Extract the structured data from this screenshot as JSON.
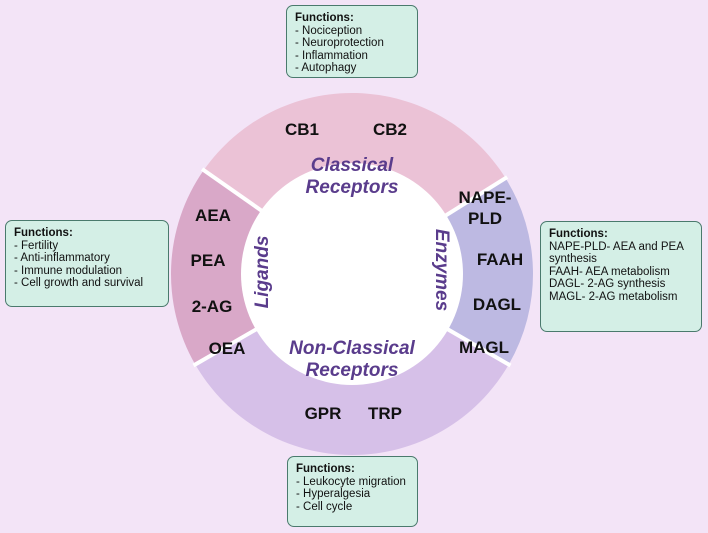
{
  "colors": {
    "background": "#f3e4f7",
    "classical_segment": "#ebc2d6",
    "ligands_segment": "#d9a8c8",
    "enzymes_segment": "#bdb9e2",
    "nonclassical_segment": "#d6c0e8",
    "box_fill": "#d4efe6",
    "box_border": "#4a7a6d",
    "section_text": "#5a3c8c"
  },
  "ring": {
    "classical": {
      "title_lines": [
        "Classical",
        "Receptors"
      ],
      "items": [
        "CB1",
        "CB2"
      ]
    },
    "ligands": {
      "title": "Ligands",
      "items": [
        "AEA",
        "PEA",
        "2-AG",
        "OEA"
      ]
    },
    "enzymes": {
      "title": "Enzymes",
      "items": [
        "NAPE-",
        "PLD",
        "FAAH",
        "DAGL",
        "MAGL"
      ]
    },
    "nonclassical": {
      "title_lines": [
        "Non-Classical",
        "Receptors"
      ],
      "items": [
        "GPR",
        "TRP"
      ]
    }
  },
  "boxes": {
    "classical": {
      "title": "Functions:",
      "items": [
        "- Nociception",
        "- Neuroprotection",
        "- Inflammation",
        "- Autophagy"
      ]
    },
    "ligands": {
      "title": "Functions:",
      "items": [
        "- Fertility",
        "- Anti-inflammatory",
        "- Immune modulation",
        "- Cell growth and survival"
      ]
    },
    "enzymes": {
      "title": "Functions:",
      "items": [
        "NAPE-PLD- AEA and PEA synthesis",
        "FAAH- AEA metabolism",
        "DAGL- 2-AG synthesis",
        "MAGL- 2-AG metabolism"
      ]
    },
    "nonclassical": {
      "title": "Functions:",
      "items": [
        "- Leukocyte migration",
        "- Hyperalgesia",
        "- Cell cycle"
      ]
    }
  }
}
